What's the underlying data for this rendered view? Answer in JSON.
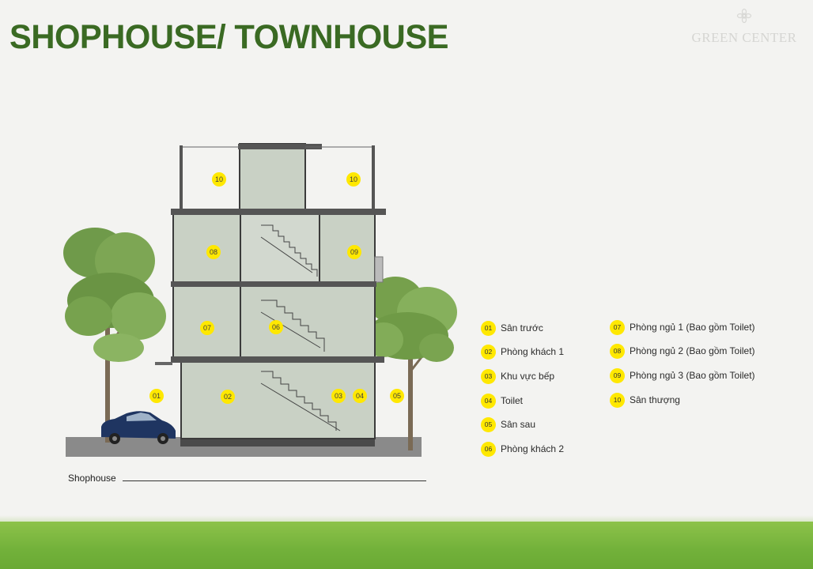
{
  "title": "SHOPHOUSE/ TOWNHOUSE",
  "brand": "GREEN CENTER",
  "caption": "Shophouse",
  "icons": [
    "leaf-logo-icon",
    "tree-icon",
    "car-icon",
    "staircase-icon"
  ],
  "colors": {
    "title_green": "#3a6a23",
    "badge_yellow": "#ffe800",
    "room_fill": "#c9d1c5",
    "footer_green": "#72b13a"
  },
  "markers": [
    "10",
    "10",
    "08",
    "09",
    "07",
    "06",
    "01",
    "02",
    "03",
    "04",
    "05"
  ],
  "legend": [
    {
      "num": "01",
      "label": "Sân trước"
    },
    {
      "num": "02",
      "label": "Phòng khách 1"
    },
    {
      "num": "03",
      "label": "Khu vực bếp"
    },
    {
      "num": "04",
      "label": "Toilet"
    },
    {
      "num": "05",
      "label": "Sân sau"
    },
    {
      "num": "06",
      "label": "Phòng khách 2"
    },
    {
      "num": "07",
      "label": "Phòng ngủ 1 (Bao gồm Toilet)"
    },
    {
      "num": "08",
      "label": "Phòng ngủ 2 (Bao gồm Toilet)"
    },
    {
      "num": "09",
      "label": "Phòng ngủ 3 (Bao gồm Toilet)"
    },
    {
      "num": "10",
      "label": "Sân thượng"
    }
  ]
}
